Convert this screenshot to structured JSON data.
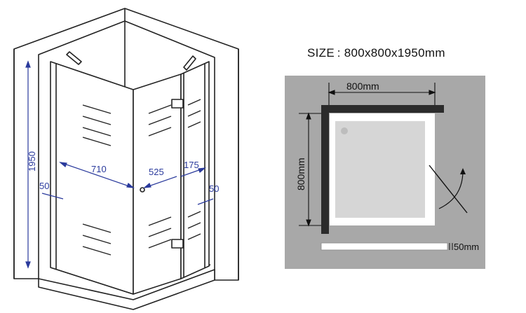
{
  "title": "SIZE : 800x800x1950mm",
  "iso": {
    "height_label": "1950",
    "width_left_label": "710",
    "width_right_label": "525",
    "door_label": "175",
    "left_gap_label": "50",
    "right_gap_label": "50"
  },
  "plan": {
    "top_label": "800mm",
    "left_label": "800mm",
    "bottom_label": "50mm"
  },
  "colors": {
    "background": "#ffffff",
    "plan_floor": "#a8a8a8",
    "tray": "#d6d6d6",
    "wall_bar": "#2b2b2b",
    "dimension_blue": "#2a3a9c",
    "line": "#222222"
  }
}
